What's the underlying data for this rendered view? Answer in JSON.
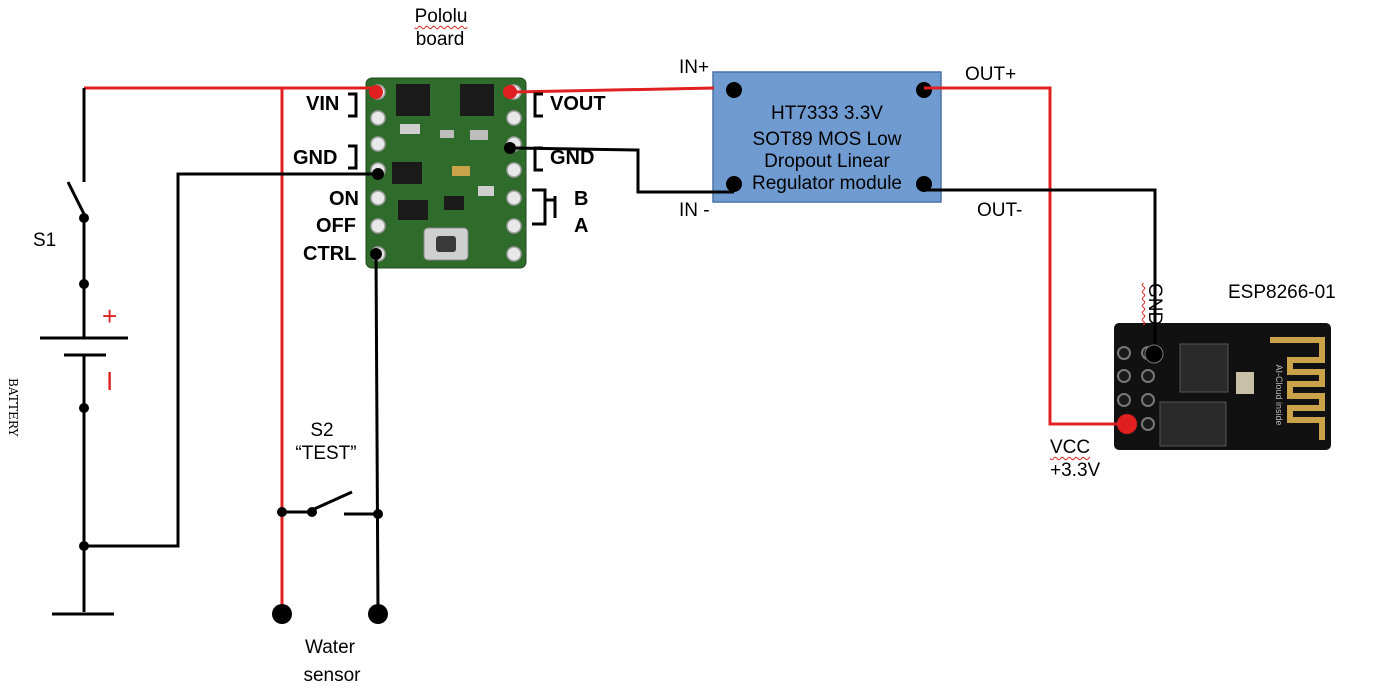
{
  "pololu": {
    "title": [
      "Pololu",
      "board"
    ],
    "pins_left": [
      "VIN",
      "GND",
      "ON",
      "OFF",
      "CTRL"
    ],
    "pins_right": [
      "VOUT",
      "GND",
      "B",
      "A"
    ]
  },
  "regulator": {
    "text": [
      "HT7333 3.3V",
      "SOT89 MOS Low",
      "Dropout Linear",
      "Regulator module"
    ],
    "pins": {
      "in_plus": "IN+",
      "in_minus": "IN -",
      "out_plus": "OUT+",
      "out_minus": "OUT-"
    }
  },
  "esp": {
    "title": "ESP8266-01",
    "gnd": "GND",
    "vcc": "VCC",
    "voltage": "+3.3V",
    "antenna_text": "AI-Cloud inside"
  },
  "switches": {
    "s1": "S1",
    "s2": "S2",
    "s2_name": "“TEST”"
  },
  "battery": {
    "label": "BATTERY",
    "plus": "+",
    "minus": "I"
  },
  "sensor": {
    "label": [
      "Water",
      "sensor"
    ]
  },
  "colors": {
    "wire_red": "#e02020",
    "wire_black": "#000000",
    "pcb_green": "#2f6b2a",
    "module_blue": "#6f9bd1",
    "esp_black": "#111111"
  }
}
